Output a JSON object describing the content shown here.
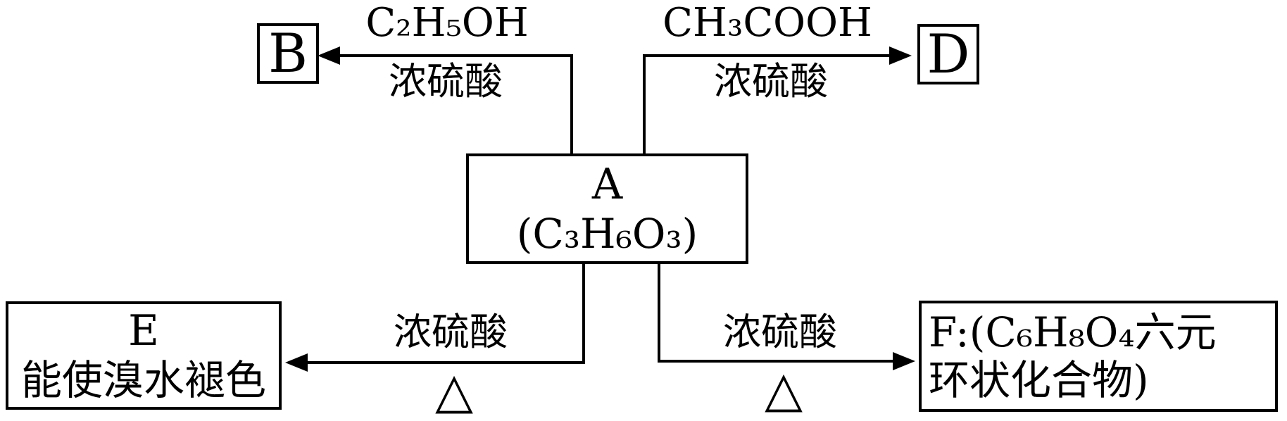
{
  "colors": {
    "stroke": "#000000",
    "background": "#ffffff"
  },
  "nodes": {
    "a": {
      "label": "A",
      "formula": "(C₃H₆O₃)"
    },
    "b": {
      "label": "B"
    },
    "d": {
      "label": "D"
    },
    "e": {
      "label": "E",
      "note": "能使溴水褪色"
    },
    "f": {
      "line1": "F:(C₆H₈O₄六元",
      "line2": "环状化合物)"
    }
  },
  "arrows": {
    "a_to_b": {
      "from": "A",
      "to": "B",
      "reagent": "C₂H₅OH",
      "condition": "浓硫酸",
      "direction": "left"
    },
    "a_to_d": {
      "from": "A",
      "to": "D",
      "reagent": "CH₃COOH",
      "condition": "浓硫酸",
      "direction": "right"
    },
    "a_to_e": {
      "from": "A",
      "to": "E",
      "condition": "浓硫酸",
      "heat": "△",
      "direction": "left"
    },
    "a_to_f": {
      "from": "A",
      "to": "F",
      "condition": "浓硫酸",
      "heat": "△",
      "direction": "right"
    }
  }
}
